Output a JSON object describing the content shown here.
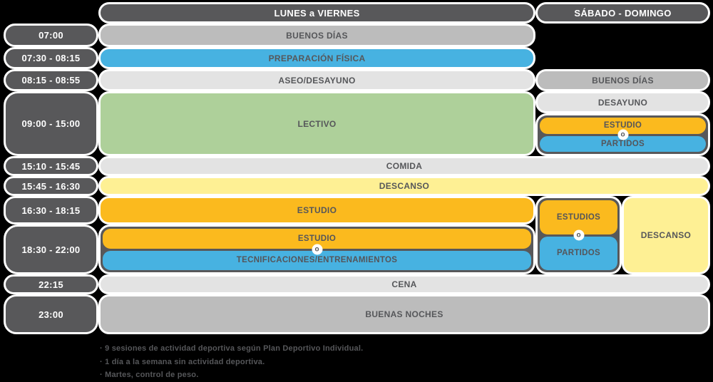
{
  "palette": {
    "background": "#000000",
    "dark": "#58585a",
    "gray": "#bcbcbc",
    "light_gray": "#e3e3e3",
    "blue": "#47b2e1",
    "green": "#aed09a",
    "yellow": "#fef094",
    "orange": "#fbba1e",
    "stroke_white": "#ffffff"
  },
  "header": {
    "weekdays": "LUNES a VIERNES",
    "weekend": "SÁBADO - DOMINGO"
  },
  "times": {
    "t1": "07:00",
    "t2": "07:30 - 08:15",
    "t3": "08:15 - 08:55",
    "t4": "09:00 - 15:00",
    "t5": "15:10 - 15:45",
    "t6": "15:45 - 16:30",
    "t7": "16:30 - 18:15",
    "t8": "18:30 - 22:00",
    "t9": "22:15",
    "t10": "23:00"
  },
  "weekdays": {
    "wake": "BUENOS DÍAS",
    "fitness": "PREPARACIÓN FÍSICA",
    "hygiene_breakfast": "ASEO/DESAYUNO",
    "school": "LECTIVO",
    "study_afternoon": "ESTUDIO",
    "evening_group": {
      "study": "ESTUDIO",
      "or": "o",
      "training": "TECNIFICACIONES/ENTRENAMIENTOS"
    }
  },
  "shared": {
    "lunch": "COMIDA",
    "rest": "DESCANSO",
    "dinner": "CENA",
    "night": "BUENAS NOCHES"
  },
  "weekend": {
    "wake": "BUENOS DÍAS",
    "breakfast": "DESAYUNO",
    "morning_group": {
      "study": "ESTUDIO",
      "or": "o",
      "matches": "PARTIDOS"
    },
    "afternoon_group": {
      "study": "ESTUDIOS",
      "or": "o",
      "matches": "PARTIDOS"
    },
    "afternoon_rest": "DESCANSO"
  },
  "notes": {
    "line1": "· 9 sesiones de actividad deportiva según Plan Deportivo Individual.",
    "line2": "· 1 día a la semana sin actividad deportiva.",
    "line3": "· Martes, control de peso."
  }
}
